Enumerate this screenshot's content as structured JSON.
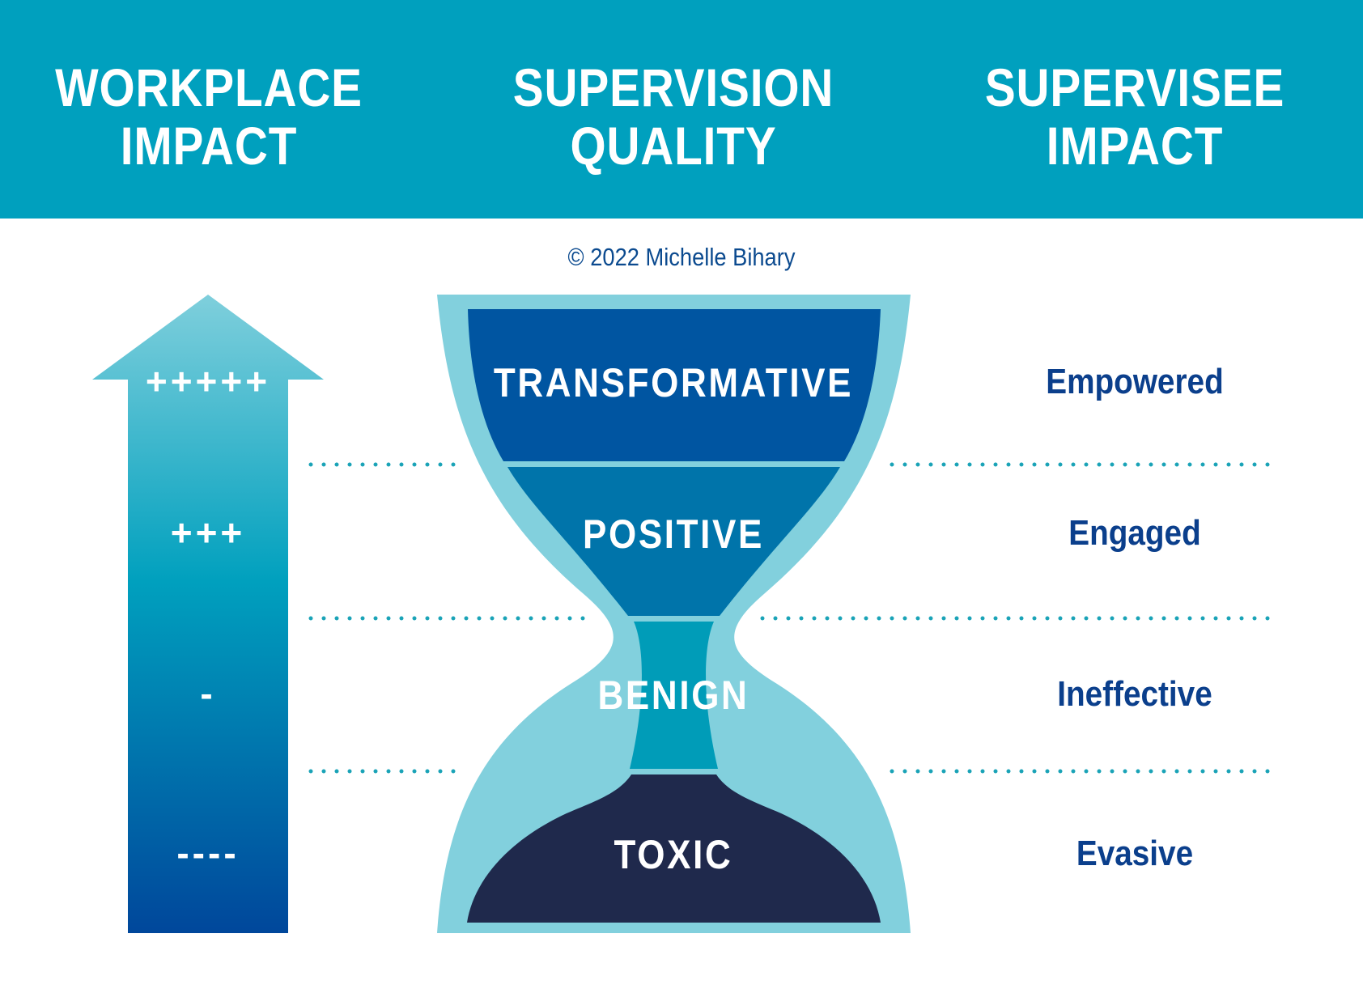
{
  "header": {
    "left": {
      "line1": "WORKPLACE",
      "line2": "IMPACT"
    },
    "center": {
      "line1": "SUPERVISION",
      "line2": "QUALITY"
    },
    "right": {
      "line1": "SUPERVISEE",
      "line2": "IMPACT"
    }
  },
  "copyright": "© 2022 Michelle Bihary",
  "levels": [
    {
      "quality": "TRANSFORMATIVE",
      "workplace": "+++++",
      "supervisee": "Empowered"
    },
    {
      "quality": "POSITIVE",
      "workplace": "+++",
      "supervisee": "Engaged"
    },
    {
      "quality": "BENIGN",
      "workplace": "-",
      "supervisee": "Ineffective"
    },
    {
      "quality": "TOXIC",
      "workplace": "----",
      "supervisee": "Evasive"
    }
  ],
  "colors": {
    "header": "#00a0be",
    "outline": "#82d0dd",
    "transformative": "#0055a1",
    "positive": "#0074aa",
    "benign": "#009cb8",
    "toxic": "#1f294c",
    "arrow_top": "#7fcfdc",
    "arrow_mid": "#00a0be",
    "arrow_bottom": "#00479b",
    "outcome_text": "#0b3f8c",
    "dots": "#1aa3b7"
  }
}
